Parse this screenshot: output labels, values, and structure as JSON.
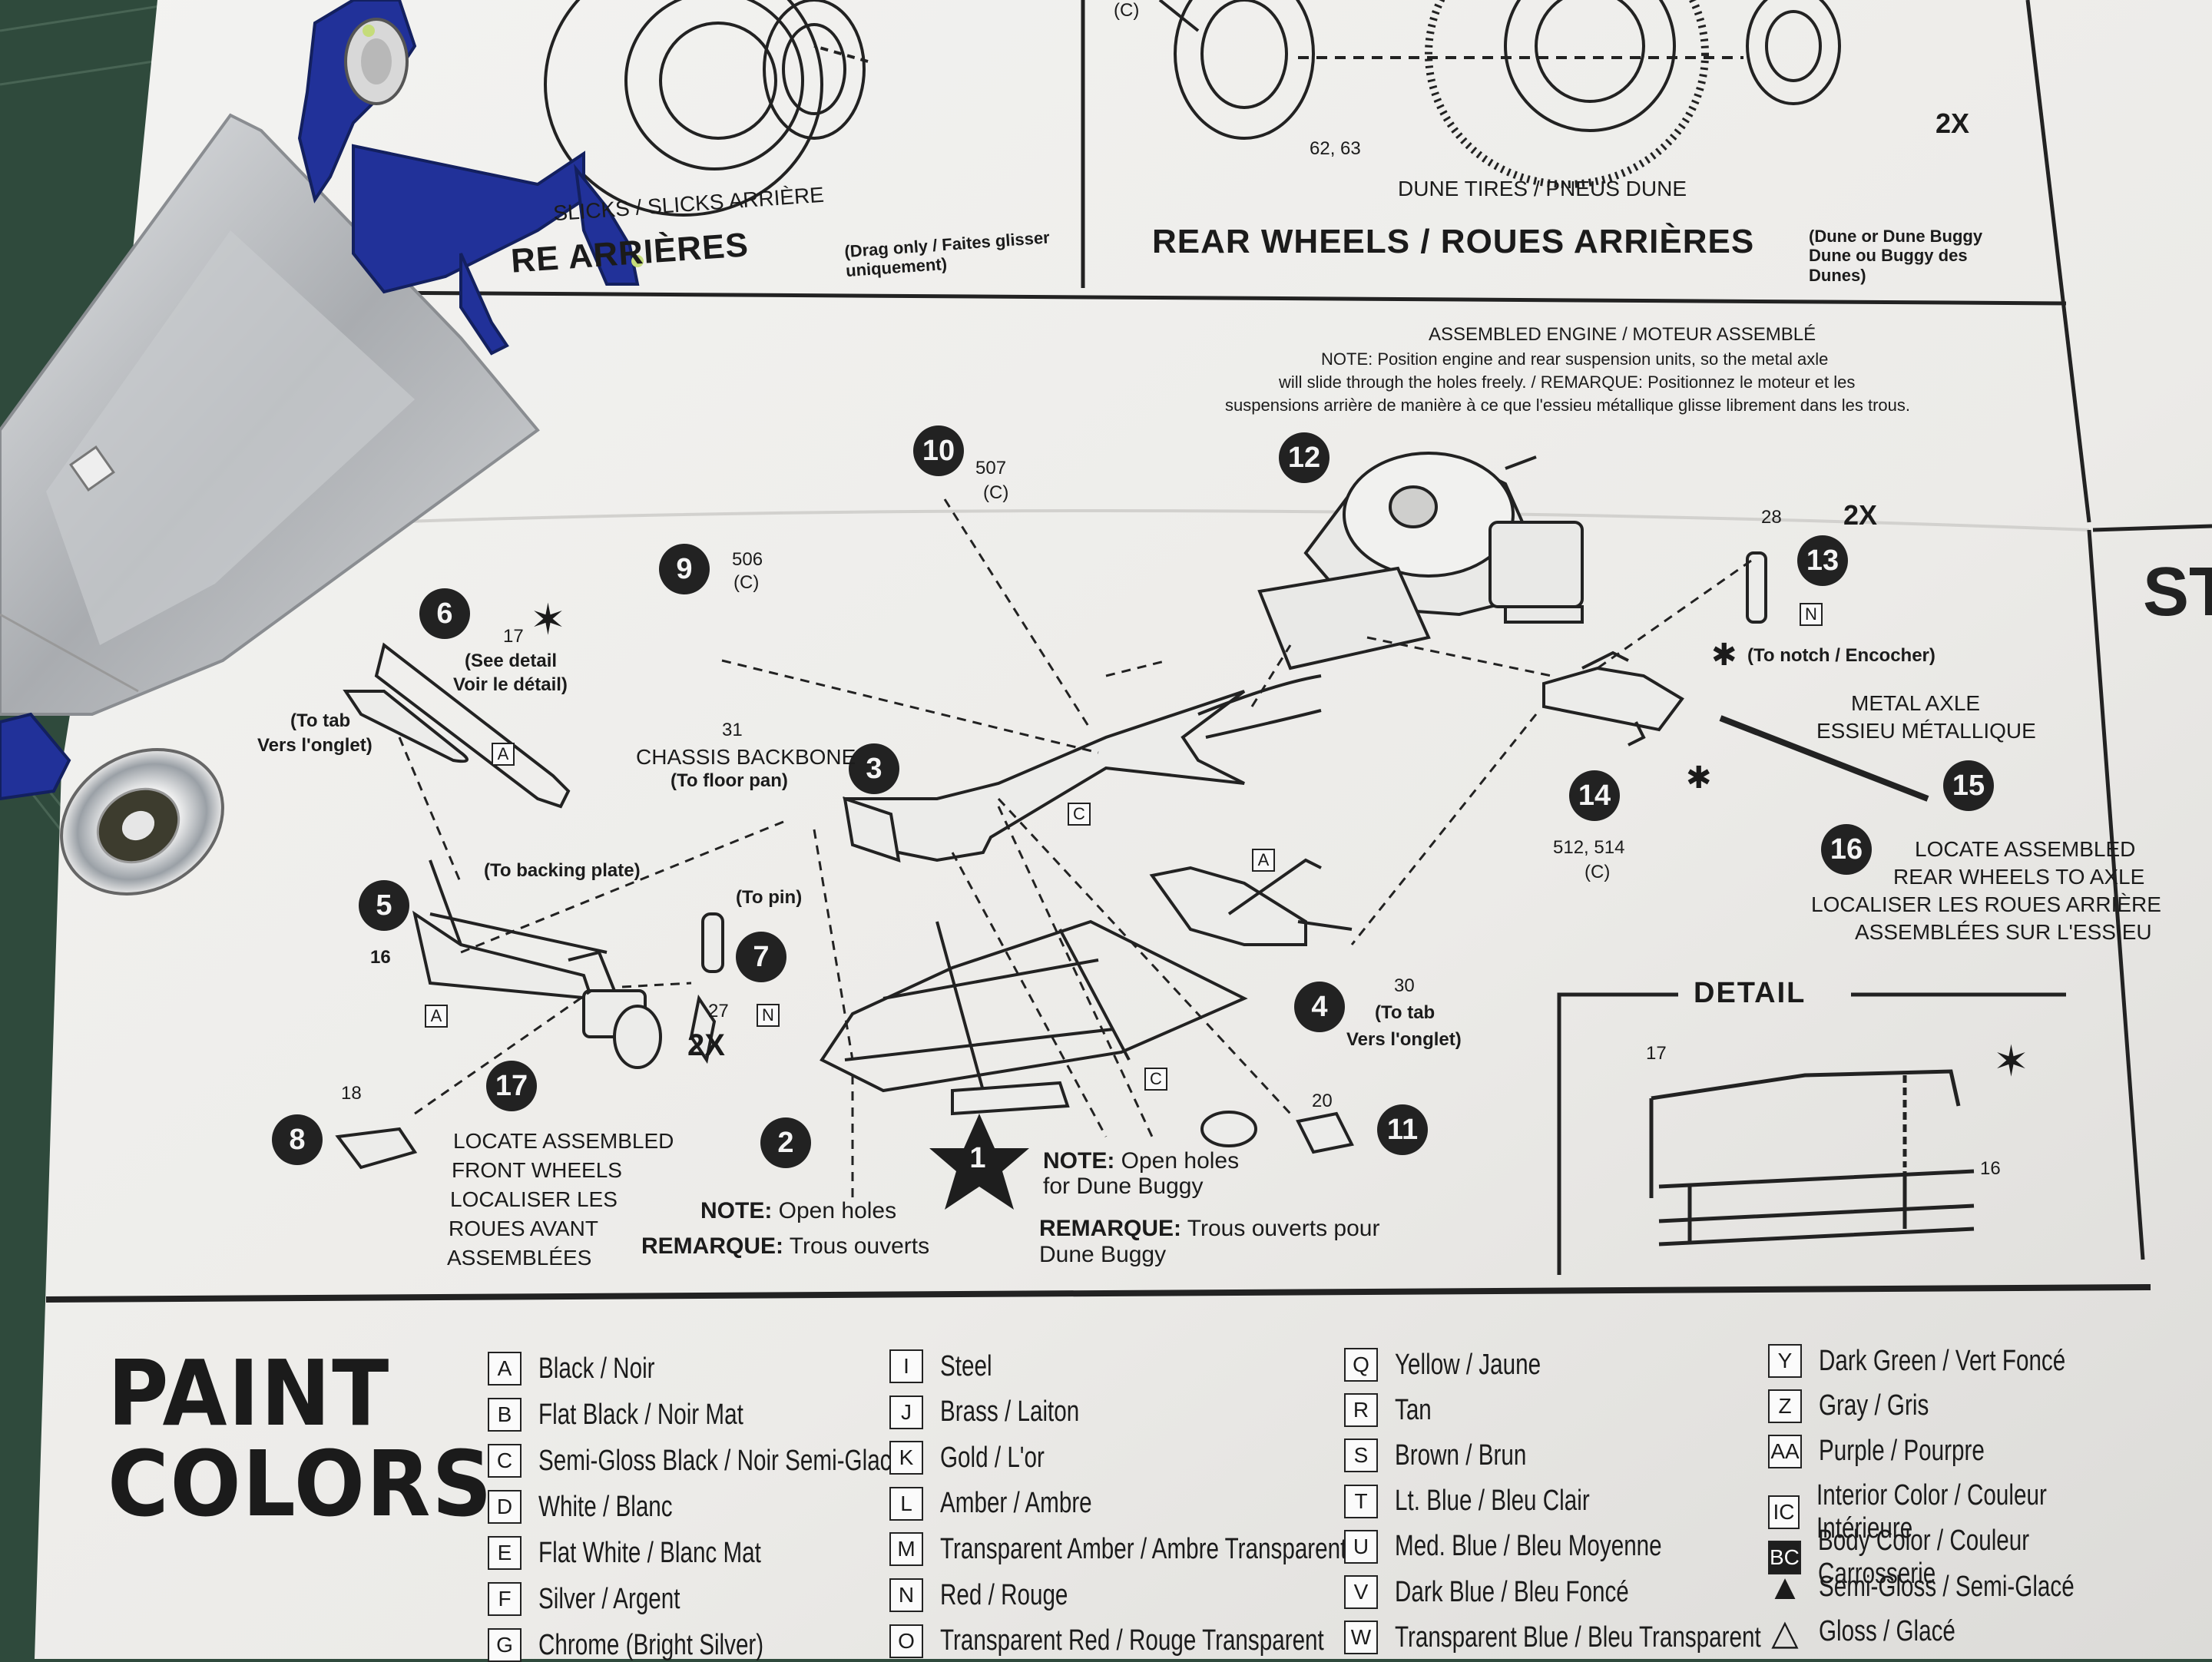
{
  "top_left": {
    "slicks_label": "SLICKS / SLICKS ARRIÈRE",
    "heading": "RE ARRIÈRES",
    "sub": "(Drag only / Faites glisser uniquement)"
  },
  "top_right": {
    "part_c": "(C)",
    "part_nums": "62, 63",
    "dune_tires": "DUNE TIRES / PNEUS DUNE",
    "heading": "REAR WHEELS / ROUES ARRIÈRES",
    "sub": "(Dune or Dune Buggy Dune ou Buggy des Dunes)",
    "qty": "2X"
  },
  "engine_note": {
    "title": "ASSEMBLED ENGINE / MOTEUR ASSEMBLÉ",
    "line1": "NOTE: Position engine and rear suspension units, so the metal axle",
    "line2": "will slide through the holes freely. / REMARQUE: Positionnez le moteur et les",
    "line3": "suspensions arrière de manière à ce que l'essieu métallique glisse librement dans les trous."
  },
  "steps": [
    {
      "n": "1"
    },
    {
      "n": "2"
    },
    {
      "n": "3"
    },
    {
      "n": "4"
    },
    {
      "n": "5"
    },
    {
      "n": "6"
    },
    {
      "n": "7"
    },
    {
      "n": "8"
    },
    {
      "n": "9"
    },
    {
      "n": "10"
    },
    {
      "n": "11"
    },
    {
      "n": "12"
    },
    {
      "n": "13"
    },
    {
      "n": "14"
    },
    {
      "n": "15"
    },
    {
      "n": "16"
    },
    {
      "n": "17"
    }
  ],
  "labels": {
    "p10": "507",
    "p10c": "(C)",
    "p9": "506",
    "p9c": "(C)",
    "p6": "17",
    "p6d1": "(See detail",
    "p6d2": "Voir le détail)",
    "tab1": "(To tab",
    "tab2": "Vers l'onglet)",
    "chassis_num": "31",
    "chassis1": "CHASSIS BACKBONE",
    "chassis2": "(To floor pan)",
    "backing": "(To backing plate)",
    "pin": "(To pin)",
    "p5": "16",
    "p7": "27",
    "qty2x": "2X",
    "p8": "18",
    "front1": "LOCATE ASSEMBLED",
    "front2": "FRONT WHEELS",
    "front3": "LOCALISER LES",
    "front4": "ROUES AVANT",
    "front5": "ASSEMBLÉES",
    "p13": "28",
    "p13qty": "2X",
    "notch": "(To notch / Encocher)",
    "axle1": "METAL AXLE",
    "axle2": "ESSIEU MÉTALLIQUE",
    "p14": "512, 514",
    "p14c": "(C)",
    "rear1": "LOCATE ASSEMBLED",
    "rear2": "REAR WHEELS TO AXLE",
    "rear3": "LOCALISER LES ROUES ARRIÈRE",
    "rear4": "ASSEMBLÉES SUR L'ESSIEU",
    "p4": "30",
    "p4t1": "(To tab",
    "p4t2": "Vers l'onglet)",
    "p11": "20",
    "detail": "DETAIL",
    "d17": "17",
    "d16": "16",
    "note_l1": "NOTE: Open holes",
    "note_l2": "REMARQUE: Trous ouverts",
    "note_r1": "NOTE: Open holes",
    "note_r2": "for Dune Buggy",
    "note_r3": "REMARQUE: Trous ouverts pour",
    "note_r4": "Dune Buggy",
    "codeA": "A",
    "codeC": "C",
    "codeN": "N",
    "st": "ST"
  },
  "paint": {
    "title1": "PAINT",
    "title2": "COLORS",
    "colors": [
      {
        "code": "A",
        "name": "Black / Noir"
      },
      {
        "code": "B",
        "name": "Flat Black / Noir Mat"
      },
      {
        "code": "C",
        "name": "Semi-Gloss Black / Noir Semi-Glacé"
      },
      {
        "code": "D",
        "name": "White / Blanc"
      },
      {
        "code": "E",
        "name": "Flat White / Blanc Mat"
      },
      {
        "code": "F",
        "name": "Silver / Argent"
      },
      {
        "code": "G",
        "name": "Chrome (Bright Silver)"
      },
      {
        "code": "I",
        "name": "Steel"
      },
      {
        "code": "J",
        "name": "Brass / Laiton"
      },
      {
        "code": "K",
        "name": "Gold / L'or"
      },
      {
        "code": "L",
        "name": "Amber / Ambre"
      },
      {
        "code": "M",
        "name": "Transparent Amber / Ambre Transparent"
      },
      {
        "code": "N",
        "name": "Red / Rouge"
      },
      {
        "code": "O",
        "name": "Transparent Red / Rouge Transparent"
      },
      {
        "code": "Q",
        "name": "Yellow / Jaune"
      },
      {
        "code": "R",
        "name": "Tan"
      },
      {
        "code": "S",
        "name": "Brown / Brun"
      },
      {
        "code": "T",
        "name": "Lt. Blue / Bleu Clair"
      },
      {
        "code": "U",
        "name": "Med. Blue / Bleu Moyenne"
      },
      {
        "code": "V",
        "name": "Dark Blue / Bleu Foncé"
      },
      {
        "code": "W",
        "name": "Transparent Blue / Bleu Transparent"
      },
      {
        "code": "Y",
        "name": "Dark Green / Vert Foncé"
      },
      {
        "code": "Z",
        "name": "Gray / Gris"
      },
      {
        "code": "AA",
        "name": "Purple / Pourpre"
      },
      {
        "code": "IC",
        "name": "Interior Color / Couleur Intérieure"
      },
      {
        "code": "BC",
        "name": "Body Color / Couleur Carrosserie"
      },
      {
        "code": "▲",
        "name": "Semi-Gloss / Semi-Glacé"
      },
      {
        "code": "△",
        "name": "Gloss / Glacé"
      }
    ]
  },
  "colors": {
    "mat": "#2f4a3c",
    "paper": "#efefed",
    "ink": "#1b1b1b",
    "model_blue": "#1f2f96",
    "model_silver": "#b9bcc0"
  }
}
